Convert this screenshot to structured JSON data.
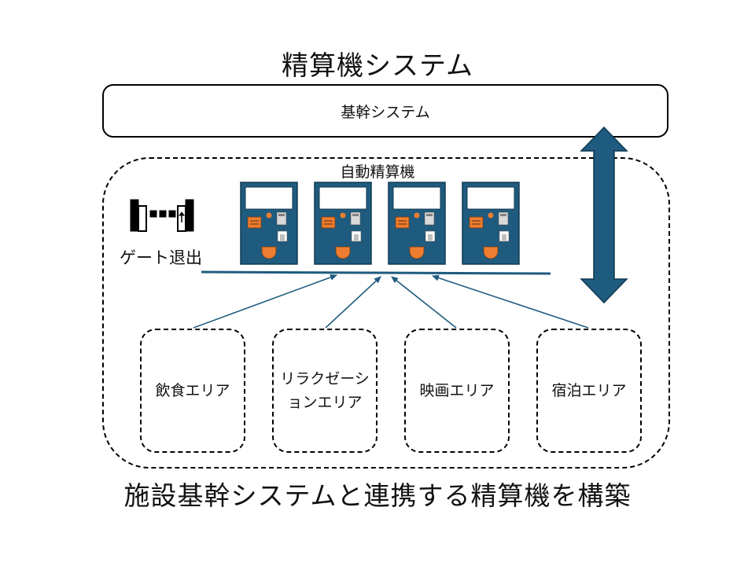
{
  "title": "精算機システム",
  "core_system": {
    "label": "基幹システム"
  },
  "machines": {
    "label": "自動精算機",
    "count": 4
  },
  "gate": {
    "label": "ゲート退出"
  },
  "areas": [
    {
      "label": "飲食エリア"
    },
    {
      "label": "リラクゼーションエリア"
    },
    {
      "label": "映画エリア"
    },
    {
      "label": "宿泊エリア"
    }
  ],
  "caption": "施設基幹システムと連携する精算機を構築",
  "colors": {
    "machine_body": "#1f5b7e",
    "machine_accent": "#ed7d31",
    "connector": "#1f5b7e",
    "arrow": "#1f5b7e"
  }
}
